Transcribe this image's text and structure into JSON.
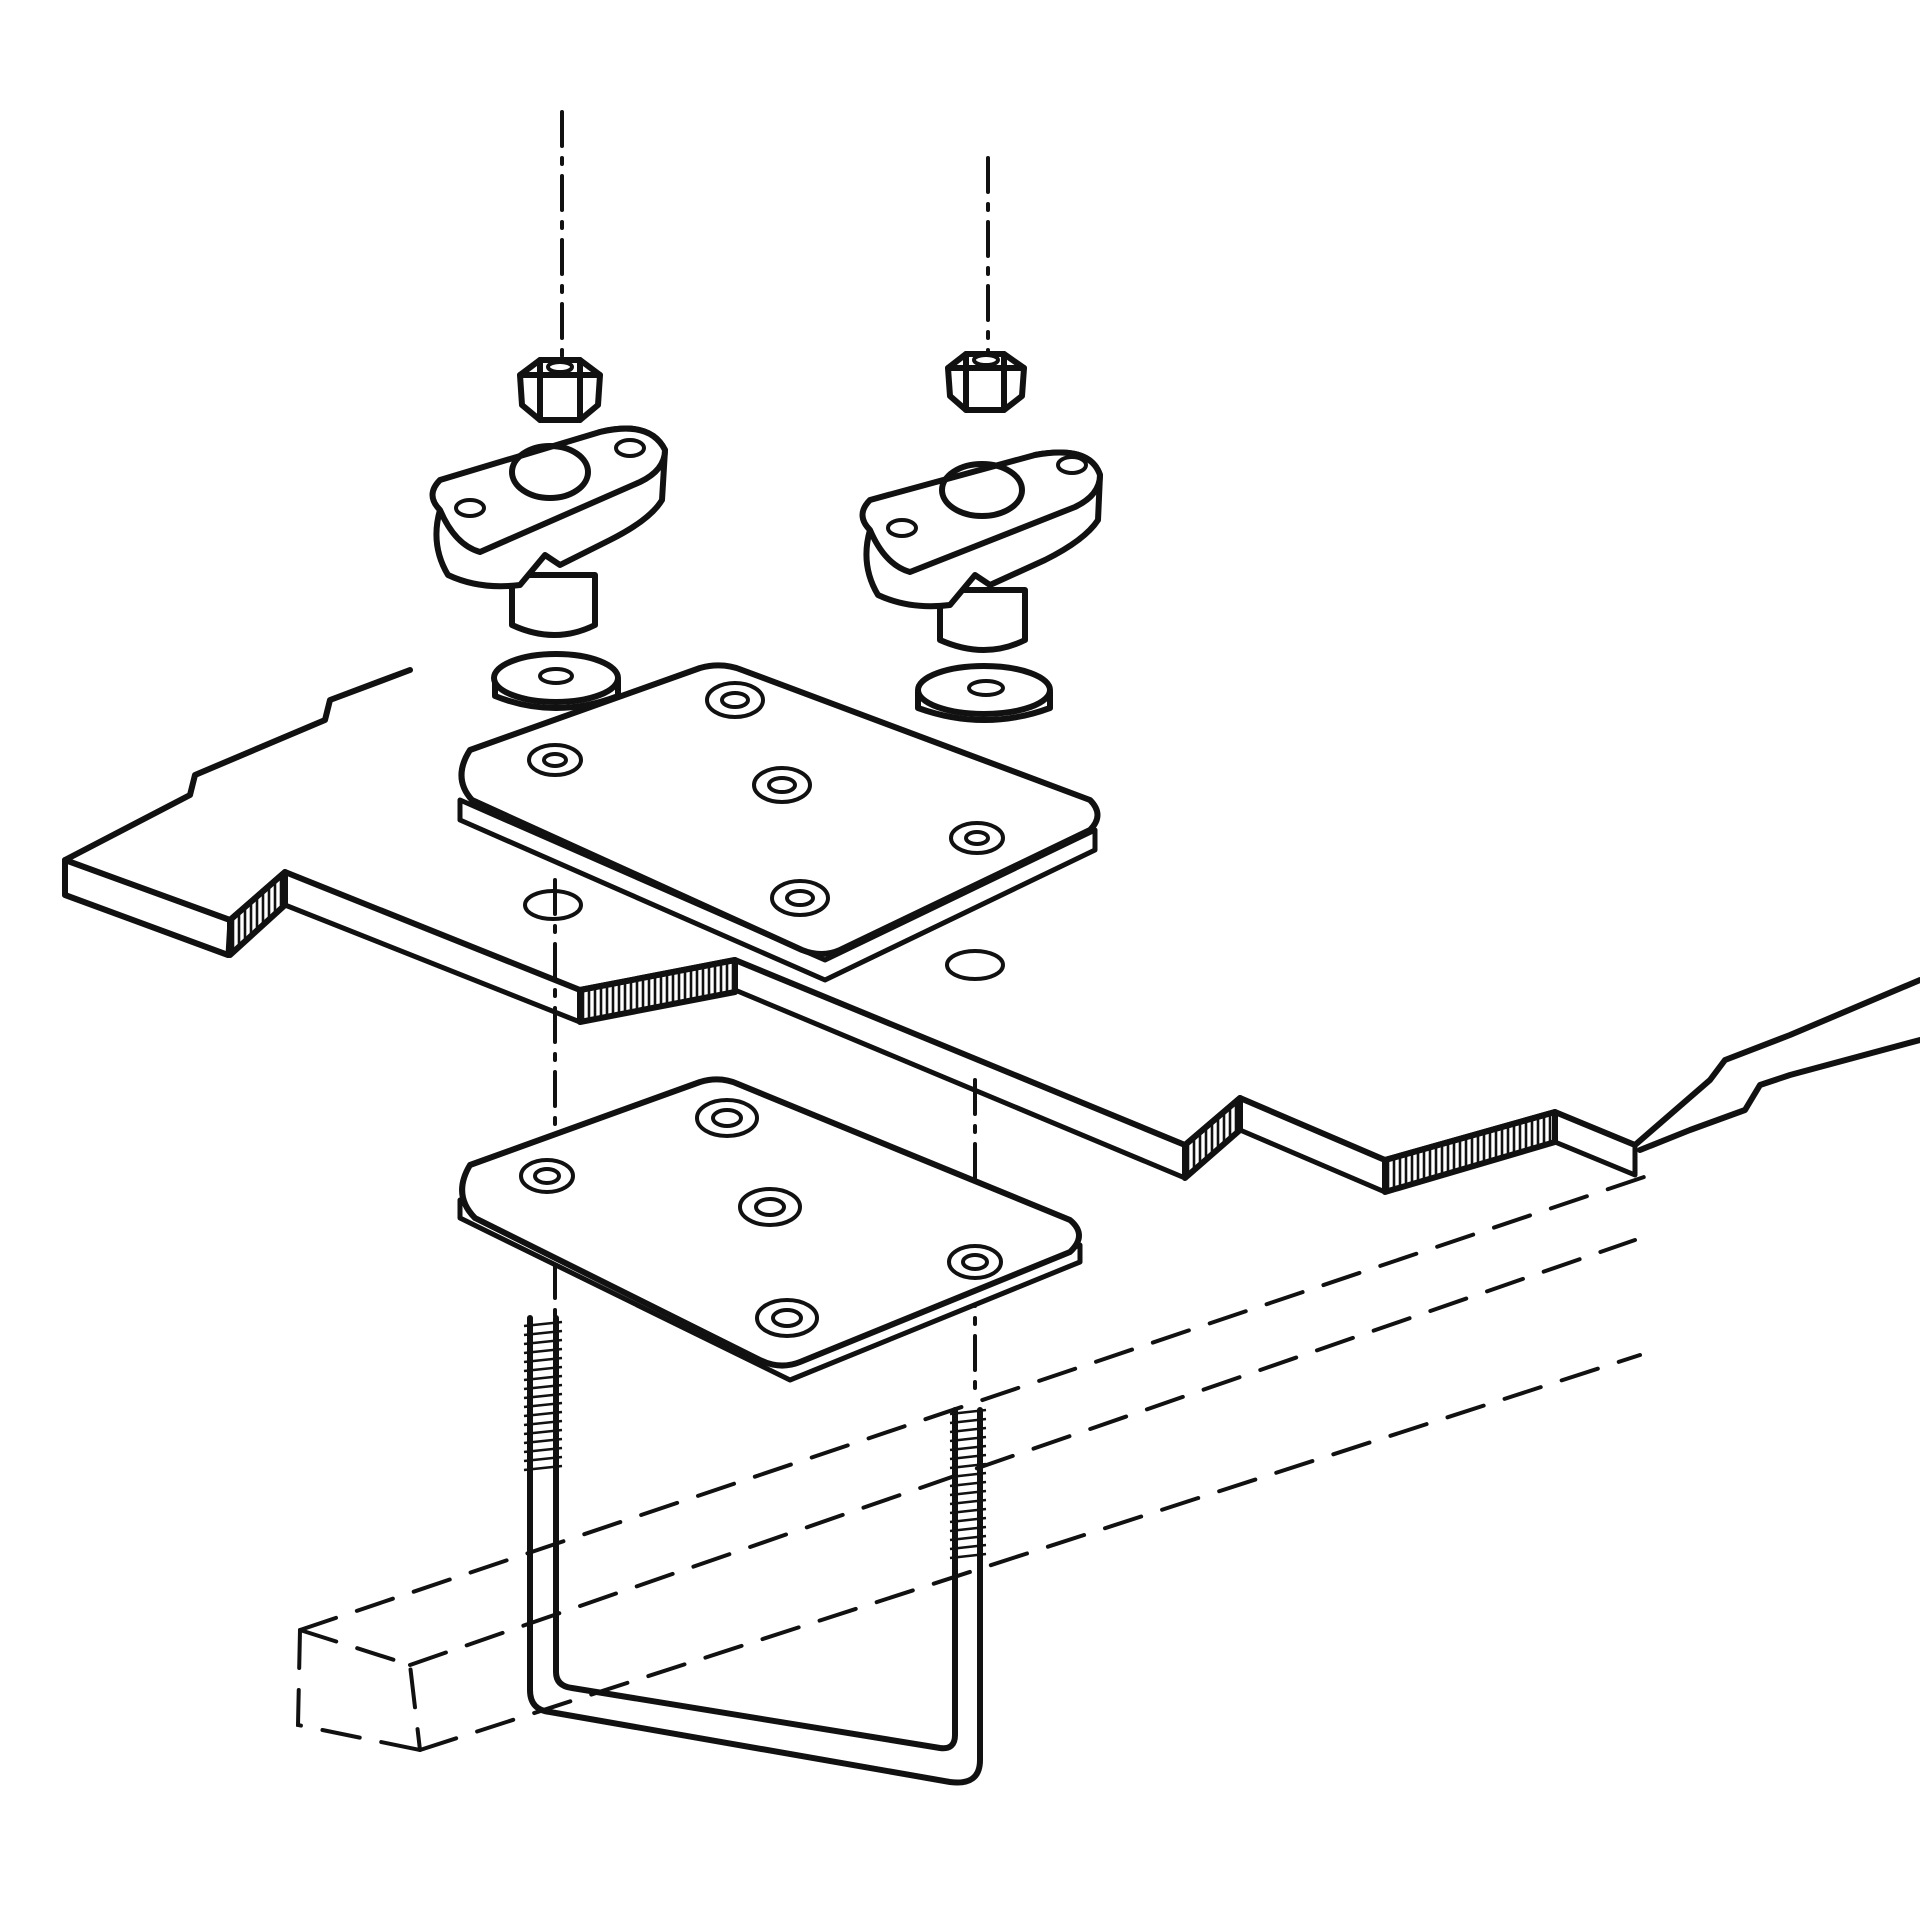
{
  "figure": {
    "style": "line-drawing",
    "ink_color": "#111111",
    "background_color": "#ffffff",
    "parts": [
      "nut",
      "mounting-foot",
      "washer",
      "upper-plate",
      "floor-panel",
      "lower-plate",
      "u-bolt",
      "beam"
    ]
  }
}
